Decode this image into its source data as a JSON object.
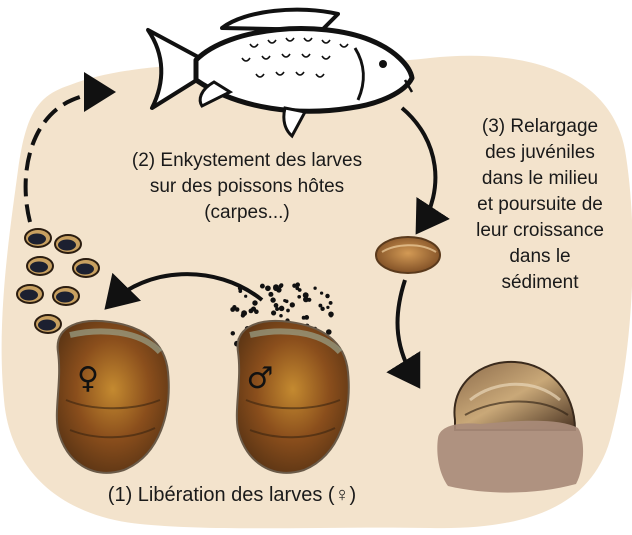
{
  "labels": {
    "step2": [
      "(2) Enkystement des larves",
      "sur des poissons hôtes",
      "(carpes...)"
    ],
    "step3": [
      "(3) Relargage",
      "des juvéniles",
      "dans le milieu",
      "et poursuite de",
      "leur croissance",
      "dans le",
      "sédiment"
    ],
    "step1": "(1) Libération des larves (♀)"
  },
  "symbols": {
    "female": "♀",
    "male": "♂"
  },
  "colors": {
    "background_blob": "#f3e3cc",
    "arrow": "#111111",
    "fish_outline": "#111111",
    "shell_brown": "#7a4a1e",
    "shell_gold": "#b07a2a",
    "sediment": "#a98b7a"
  }
}
